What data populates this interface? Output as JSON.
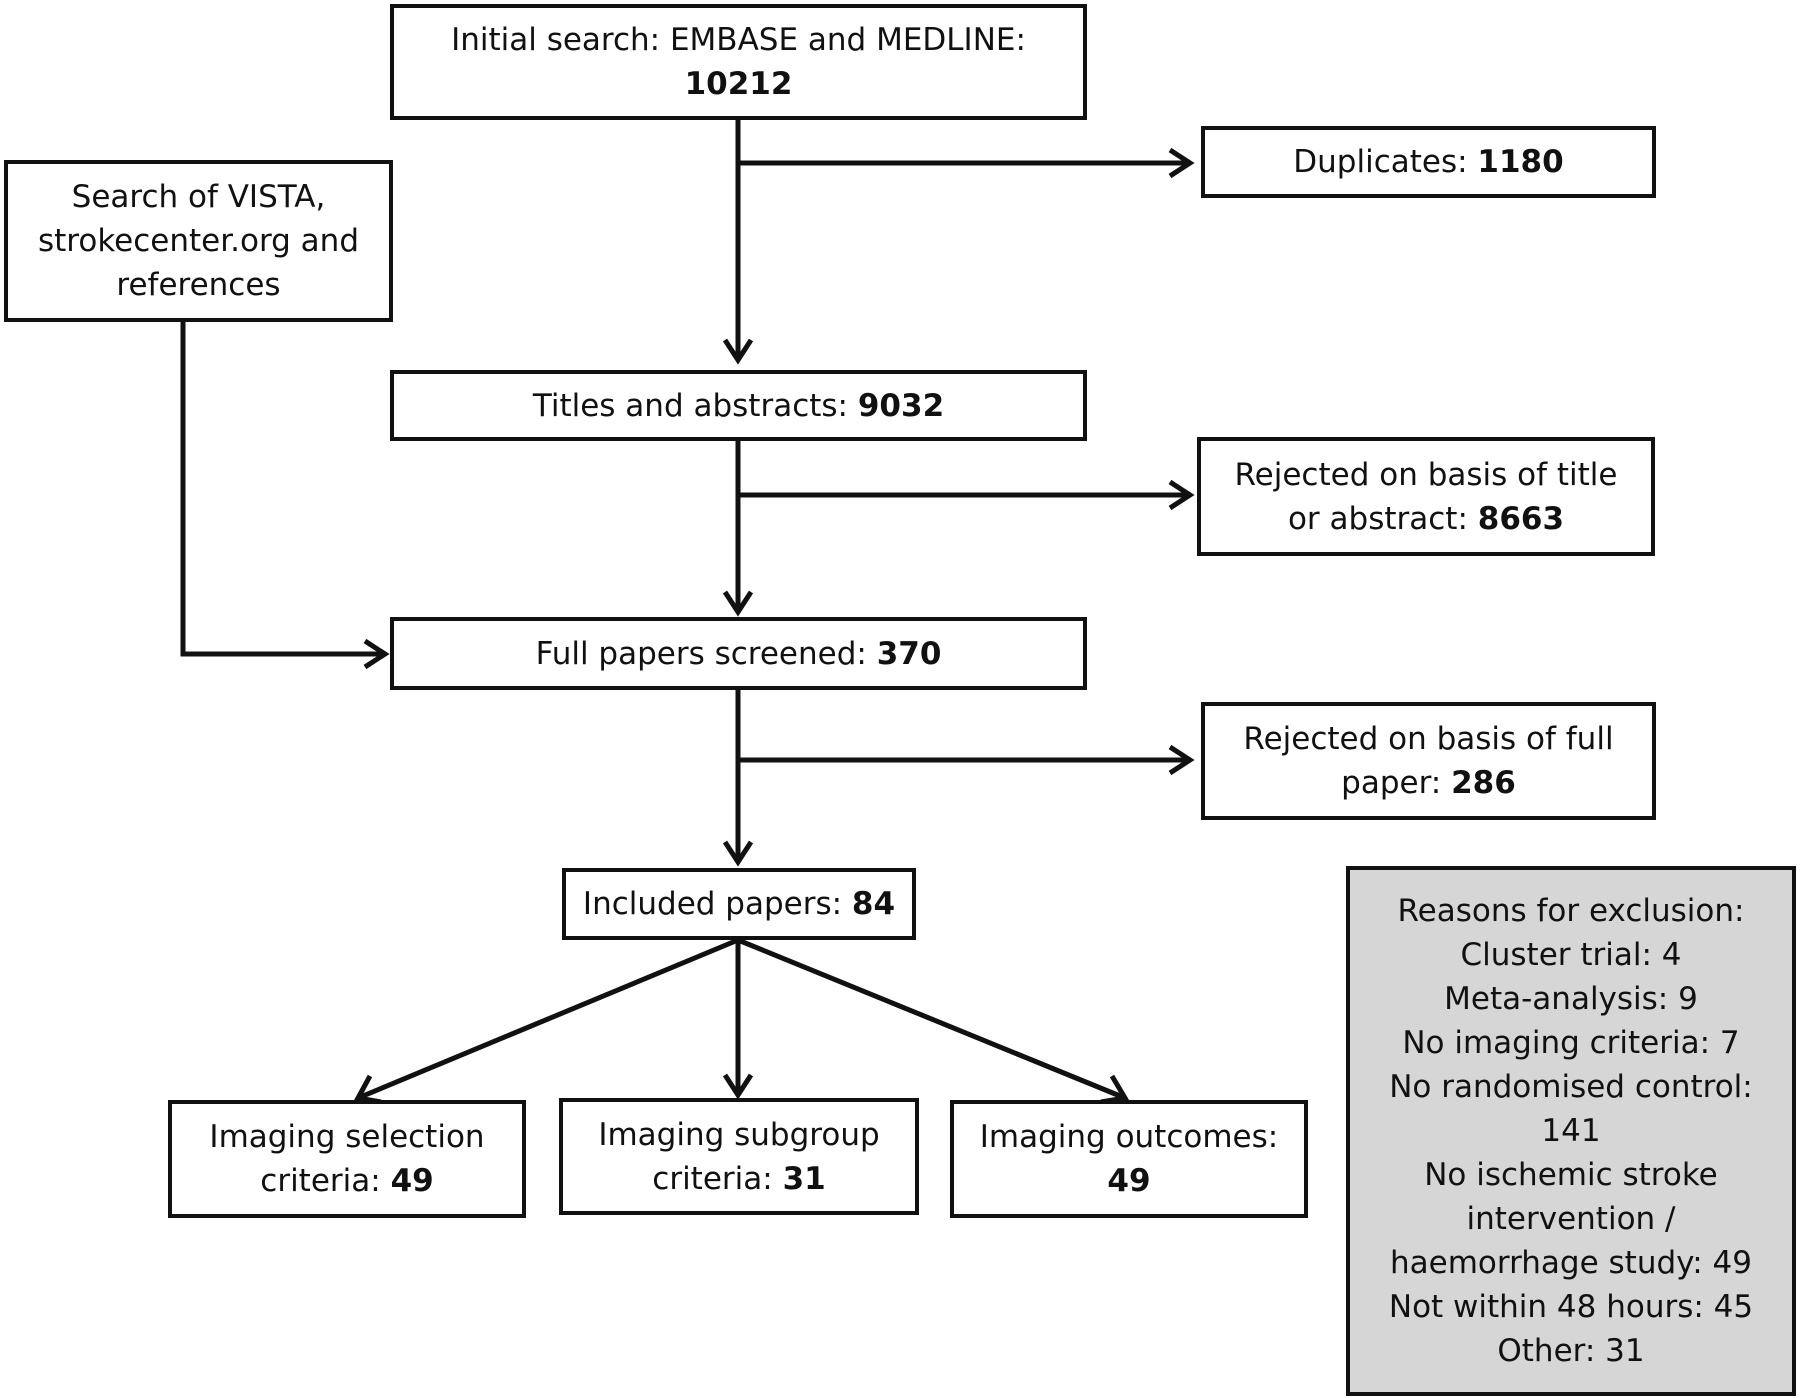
{
  "nodes": {
    "initial": {
      "line1": "Initial search: EMBASE and MEDLINE:",
      "count": "10212"
    },
    "other_search": {
      "line1": "Search of VISTA,",
      "line2": "strokecenter.org and",
      "line3": "references"
    },
    "duplicates": {
      "label": "Duplicates: ",
      "count": "1180"
    },
    "titles": {
      "label": "Titles and abstracts: ",
      "count": "9032"
    },
    "rejected_title": {
      "line1": "Rejected on basis of title",
      "label2": "or abstract: ",
      "count": "8663"
    },
    "full_papers": {
      "label": "Full papers screened: ",
      "count": "370"
    },
    "rejected_full": {
      "line1": "Rejected on basis of full",
      "label2": "paper: ",
      "count": "286"
    },
    "included": {
      "label": "Included papers: ",
      "count": "84"
    },
    "selection": {
      "line1": "Imaging selection",
      "label2": "criteria: ",
      "count": "49"
    },
    "subgroup": {
      "line1": "Imaging subgroup",
      "label2": "criteria: ",
      "count": "31"
    },
    "outcomes": {
      "line1": "Imaging outcomes:",
      "count": "49"
    }
  },
  "exclusion_reasons": {
    "title": "Reasons for exclusion:",
    "lines": [
      "Cluster trial: 4",
      "Meta-analysis: 9",
      "No imaging criteria: 7",
      "No randomised control:",
      "141",
      "No ischemic stroke",
      "intervention /",
      "haemorrhage study: 49",
      "Not within 48 hours: 45",
      "Other: 31"
    ]
  },
  "colors": {
    "stroke": "#111111",
    "note_fill": "#d6d6d6",
    "box_fill": "#ffffff"
  }
}
